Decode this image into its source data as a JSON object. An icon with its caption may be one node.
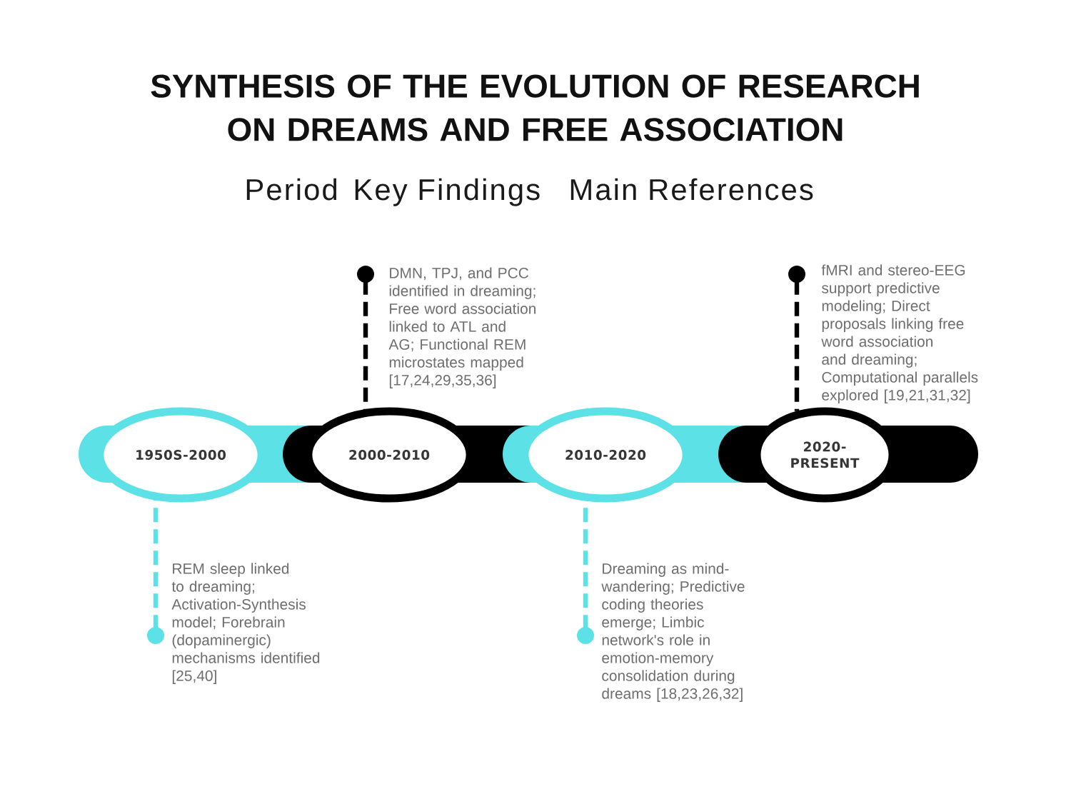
{
  "diagram": {
    "title": "SYNTHESIS OF THE EVOLUTION OF RESEARCH ON DREAMS AND FREE ASSOCIATION",
    "nodes": [
      {
        "text": [
          "1950S-2000"
        ]
      },
      {
        "text": [
          "2000-2010"
        ]
      },
      {
        "text": [
          "2010-2020"
        ]
      },
      {
        "text": [
          "2020-PRESENT"
        ]
      },
      {
        "text": [
          "REM sleep linked to dreaming; Activation-Synthesis model; Forebrain (dopaminergic) mechanisms identified [25,40]"
        ]
      },
      {
        "text": [
          "DMN, TPJ, and PCC identified in dreaming; Free word association linked to ATL and AG; Functional REM microstates mapped [17,24,29,35,36]"
        ]
      },
      {
        "text": [
          "Dreaming as mind-wandering; Predictive coding theories emerge; Limbic network's role in emotion-memory consolidation during dreams [18,23,26,32]"
        ]
      },
      {
        "text": [
          "fMRI and stereo-EEG support predictive modeling; Direct proposals linking free word association and dreaming; Computational parallels explored [19,21,31,32]"
        ]
      }
    ],
    "edges": [
      {
        "from": 4,
        "to": 0,
        "arrow": "other",
        "style": "dashed",
        "color": "#5ce1e6"
      },
      {
        "from": 5,
        "to": 1,
        "arrow": "other",
        "style": "dashed",
        "color": "#000000"
      },
      {
        "from": 6,
        "to": 2,
        "arrow": "other",
        "style": "dashed",
        "color": "#5ce1e6"
      },
      {
        "from": 7,
        "to": 3,
        "arrow": "other",
        "style": "dashed",
        "color": "#000000"
      }
    ],
    "labels": [
      "Period",
      "Key Findings",
      "Main References"
    ]
  }
}
